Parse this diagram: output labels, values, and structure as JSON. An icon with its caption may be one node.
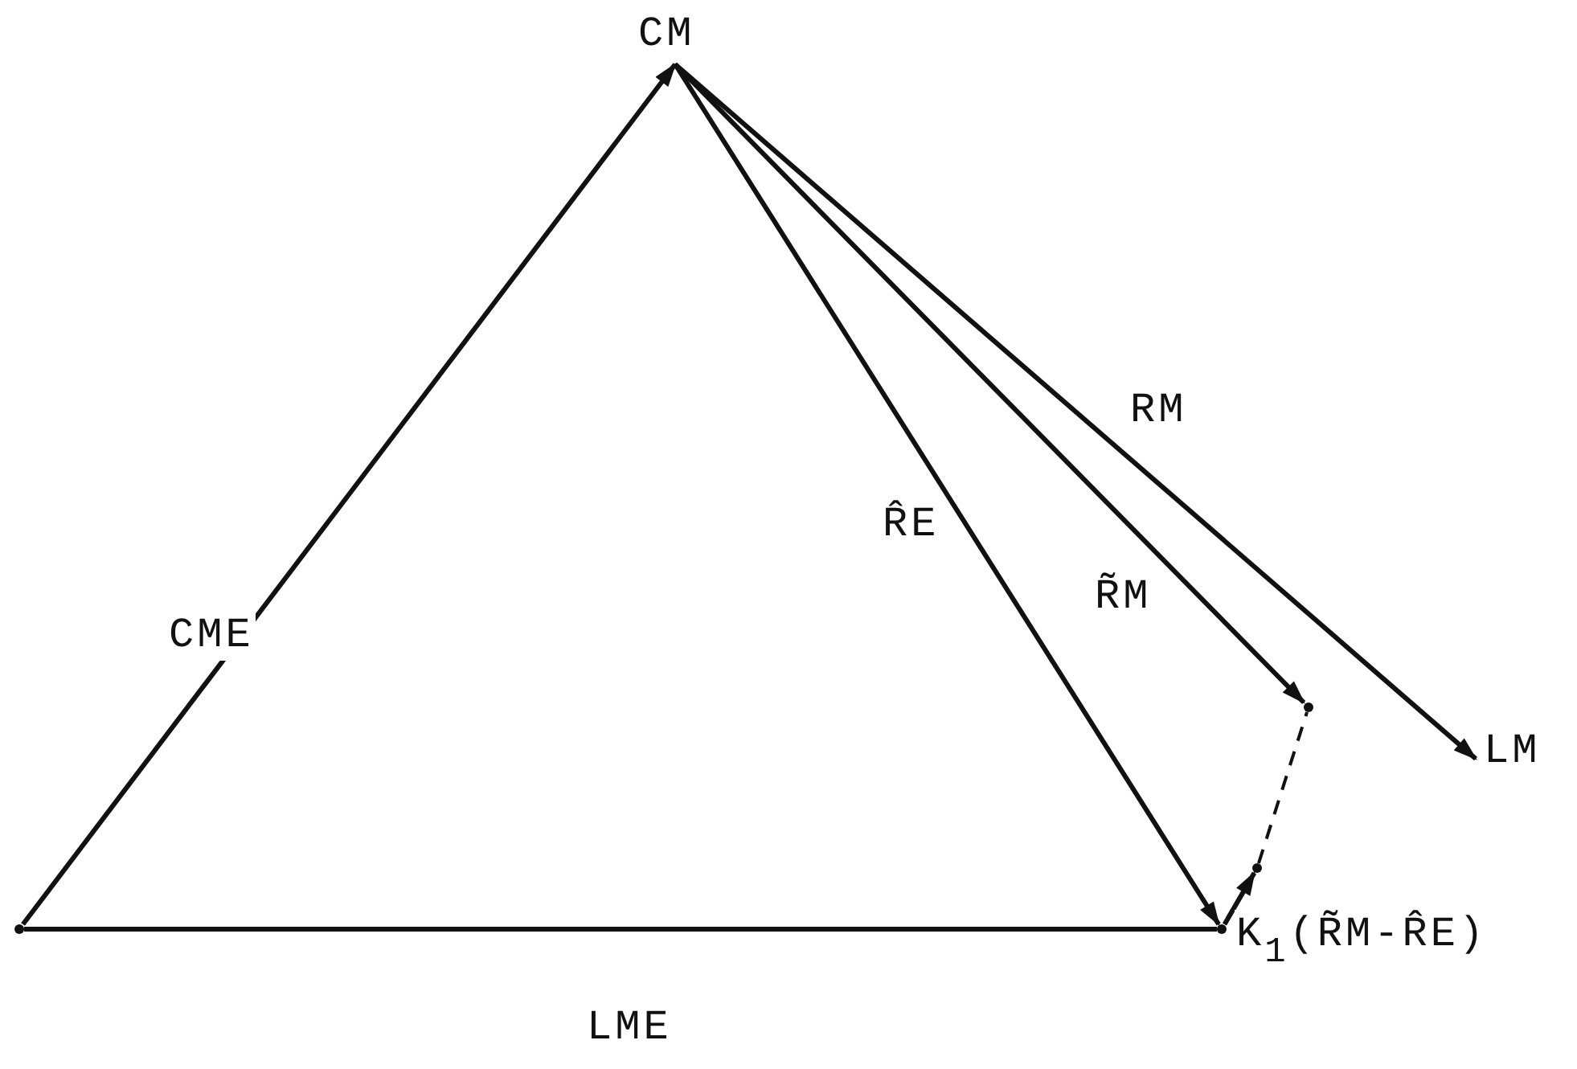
{
  "diagram": {
    "nodes": [
      {
        "text": [
          "CM"
        ]
      },
      {
        "text": [
          "LM"
        ]
      },
      {
        "text": [],
        "shape": "point"
      },
      {
        "text": [],
        "shape": "point"
      },
      {
        "text": [],
        "shape": "point"
      },
      {
        "text": [],
        "shape": "point"
      }
    ],
    "edges": [
      {
        "from": 2,
        "to": 0,
        "arrow": "to",
        "label": "CME"
      },
      {
        "from": 0,
        "to": 3,
        "arrow": "to",
        "label": "R̂E"
      },
      {
        "from": 0,
        "to": 4,
        "arrow": "to",
        "label": "R̃M"
      },
      {
        "from": 0,
        "to": 1,
        "arrow": "to",
        "label": "RM"
      },
      {
        "from": 2,
        "to": 3,
        "arrow": "none",
        "label": "LME"
      },
      {
        "from": 3,
        "to": 5,
        "arrow": "to",
        "label": "K$_{1}$(R̃M-R̂E)"
      },
      {
        "from": 5,
        "to": 4,
        "arrow": "none",
        "style": "dashed"
      }
    ]
  }
}
